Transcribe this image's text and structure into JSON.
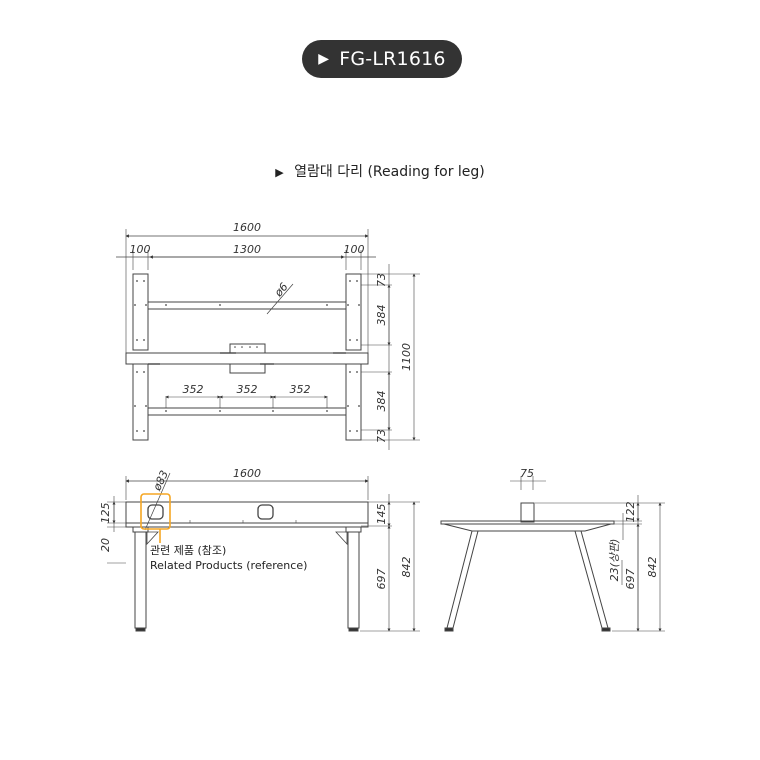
{
  "header": {
    "model_badge": "FG-LR1616",
    "badge_icon": "play-triangle-icon",
    "badge_bg": "#333333"
  },
  "section": {
    "title": "열람대 다리 (Reading for leg)",
    "icon": "play-triangle-icon"
  },
  "top_view": {
    "overall_width": "1600",
    "left_leg_width": "100",
    "center_span": "1300",
    "right_leg_width": "100",
    "hole_diameter": "ø6",
    "bracket_spacing": [
      "352",
      "352",
      "352"
    ],
    "right_dims": [
      "73",
      "384",
      "384",
      "73"
    ],
    "overall_depth": "1100"
  },
  "front_view": {
    "overall_width": "1600",
    "grommet_diameter": "ø83",
    "left_dims": [
      "125",
      "20"
    ],
    "right_dims": [
      "145",
      "697",
      "842"
    ],
    "note_ko": "관련 제품 (참조)",
    "note_en": "Related Products (reference)",
    "highlight_color": "#F5A623"
  },
  "side_view": {
    "post_width": "75",
    "right_dims": [
      "122",
      "23(상판)",
      "697",
      "842"
    ]
  }
}
